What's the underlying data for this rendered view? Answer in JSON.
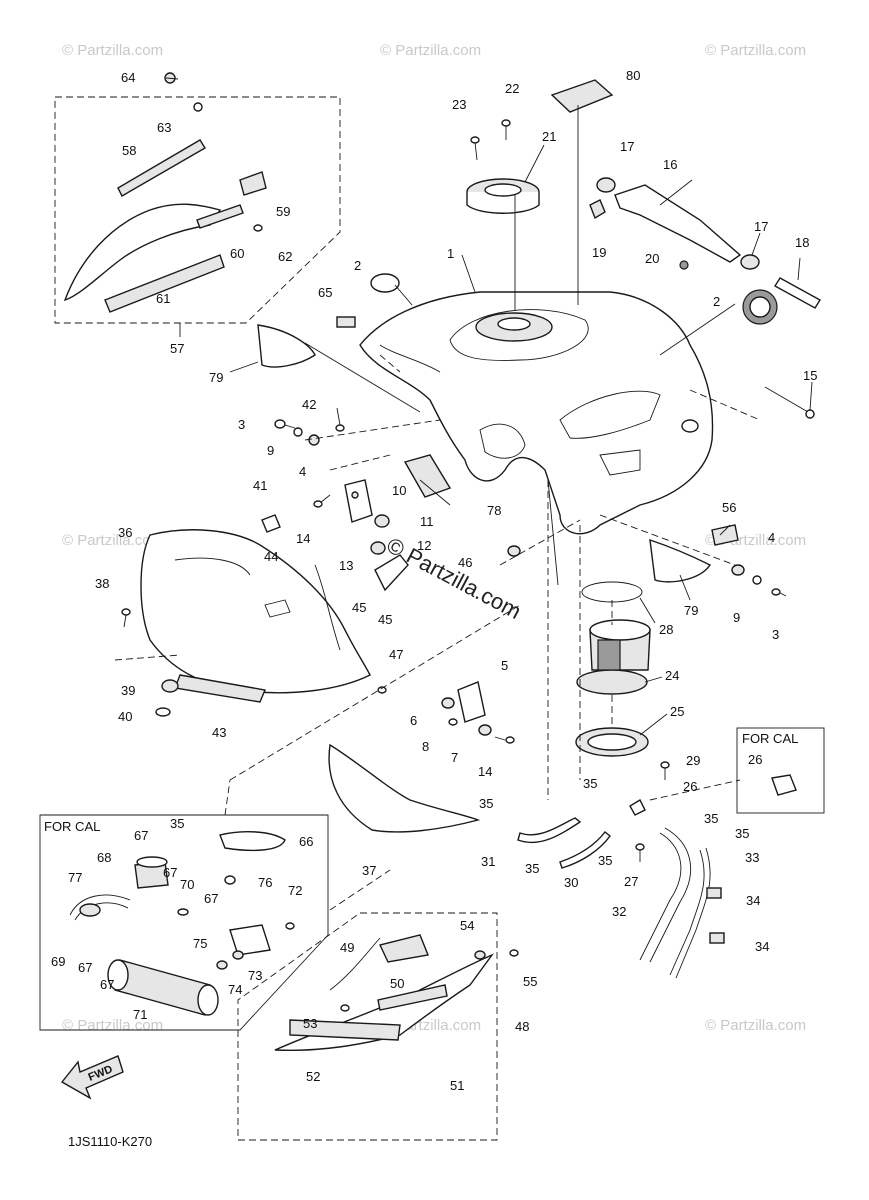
{
  "diagram_code": "1JS1110-K270",
  "fwd_label": "FWD",
  "for_cal_label": "FOR CAL",
  "watermark_text": "© Partzilla.com",
  "center_watermark_text": "© Partzilla.com",
  "callouts": [
    {
      "id": "c1",
      "label": "1"
    },
    {
      "id": "c2a",
      "label": "2"
    },
    {
      "id": "c2b",
      "label": "2"
    },
    {
      "id": "c3a",
      "label": "3"
    },
    {
      "id": "c3b",
      "label": "3"
    },
    {
      "id": "c4a",
      "label": "4"
    },
    {
      "id": "c4b",
      "label": "4"
    },
    {
      "id": "c5",
      "label": "5"
    },
    {
      "id": "c6",
      "label": "6"
    },
    {
      "id": "c7",
      "label": "7"
    },
    {
      "id": "c8",
      "label": "8"
    },
    {
      "id": "c9a",
      "label": "9"
    },
    {
      "id": "c9b",
      "label": "9"
    },
    {
      "id": "c10",
      "label": "10"
    },
    {
      "id": "c11",
      "label": "11"
    },
    {
      "id": "c12",
      "label": "12"
    },
    {
      "id": "c13",
      "label": "13"
    },
    {
      "id": "c14a",
      "label": "14"
    },
    {
      "id": "c14b",
      "label": "14"
    },
    {
      "id": "c15",
      "label": "15"
    },
    {
      "id": "c16",
      "label": "16"
    },
    {
      "id": "c17a",
      "label": "17"
    },
    {
      "id": "c17b",
      "label": "17"
    },
    {
      "id": "c18",
      "label": "18"
    },
    {
      "id": "c19",
      "label": "19"
    },
    {
      "id": "c20",
      "label": "20"
    },
    {
      "id": "c21",
      "label": "21"
    },
    {
      "id": "c22",
      "label": "22"
    },
    {
      "id": "c23",
      "label": "23"
    },
    {
      "id": "c24",
      "label": "24"
    },
    {
      "id": "c25",
      "label": "25"
    },
    {
      "id": "c26a",
      "label": "26"
    },
    {
      "id": "c26b",
      "label": "26"
    },
    {
      "id": "c27",
      "label": "27"
    },
    {
      "id": "c28",
      "label": "28"
    },
    {
      "id": "c29",
      "label": "29"
    },
    {
      "id": "c30",
      "label": "30"
    },
    {
      "id": "c31",
      "label": "31"
    },
    {
      "id": "c32",
      "label": "32"
    },
    {
      "id": "c33",
      "label": "33"
    },
    {
      "id": "c34a",
      "label": "34"
    },
    {
      "id": "c34b",
      "label": "34"
    },
    {
      "id": "c35a",
      "label": "35"
    },
    {
      "id": "c35b",
      "label": "35"
    },
    {
      "id": "c35c",
      "label": "35"
    },
    {
      "id": "c35d",
      "label": "35"
    },
    {
      "id": "c35e",
      "label": "35"
    },
    {
      "id": "c35f",
      "label": "35"
    },
    {
      "id": "c35g",
      "label": "35"
    },
    {
      "id": "c35h",
      "label": "35"
    },
    {
      "id": "c36",
      "label": "36"
    },
    {
      "id": "c37",
      "label": "37"
    },
    {
      "id": "c38",
      "label": "38"
    },
    {
      "id": "c39",
      "label": "39"
    },
    {
      "id": "c40",
      "label": "40"
    },
    {
      "id": "c41",
      "label": "41"
    },
    {
      "id": "c42",
      "label": "42"
    },
    {
      "id": "c43",
      "label": "43"
    },
    {
      "id": "c44",
      "label": "44"
    },
    {
      "id": "c45a",
      "label": "45"
    },
    {
      "id": "c45b",
      "label": "45"
    },
    {
      "id": "c46",
      "label": "46"
    },
    {
      "id": "c47",
      "label": "47"
    },
    {
      "id": "c48",
      "label": "48"
    },
    {
      "id": "c49",
      "label": "49"
    },
    {
      "id": "c50",
      "label": "50"
    },
    {
      "id": "c51",
      "label": "51"
    },
    {
      "id": "c52",
      "label": "52"
    },
    {
      "id": "c53",
      "label": "53"
    },
    {
      "id": "c54",
      "label": "54"
    },
    {
      "id": "c55",
      "label": "55"
    },
    {
      "id": "c56",
      "label": "56"
    },
    {
      "id": "c57",
      "label": "57"
    },
    {
      "id": "c58",
      "label": "58"
    },
    {
      "id": "c59",
      "label": "59"
    },
    {
      "id": "c60",
      "label": "60"
    },
    {
      "id": "c61",
      "label": "61"
    },
    {
      "id": "c62",
      "label": "62"
    },
    {
      "id": "c63",
      "label": "63"
    },
    {
      "id": "c64",
      "label": "64"
    },
    {
      "id": "c65",
      "label": "65"
    },
    {
      "id": "c66",
      "label": "66"
    },
    {
      "id": "c67a",
      "label": "67"
    },
    {
      "id": "c67b",
      "label": "67"
    },
    {
      "id": "c67c",
      "label": "67"
    },
    {
      "id": "c67d",
      "label": "67"
    },
    {
      "id": "c67e",
      "label": "67"
    },
    {
      "id": "c68",
      "label": "68"
    },
    {
      "id": "c69",
      "label": "69"
    },
    {
      "id": "c70",
      "label": "70"
    },
    {
      "id": "c71",
      "label": "71"
    },
    {
      "id": "c72",
      "label": "72"
    },
    {
      "id": "c73",
      "label": "73"
    },
    {
      "id": "c74",
      "label": "74"
    },
    {
      "id": "c75",
      "label": "75"
    },
    {
      "id": "c76",
      "label": "76"
    },
    {
      "id": "c77",
      "label": "77"
    },
    {
      "id": "c78",
      "label": "78"
    },
    {
      "id": "c79a",
      "label": "79"
    },
    {
      "id": "c79b",
      "label": "79"
    },
    {
      "id": "c80",
      "label": "80"
    }
  ]
}
